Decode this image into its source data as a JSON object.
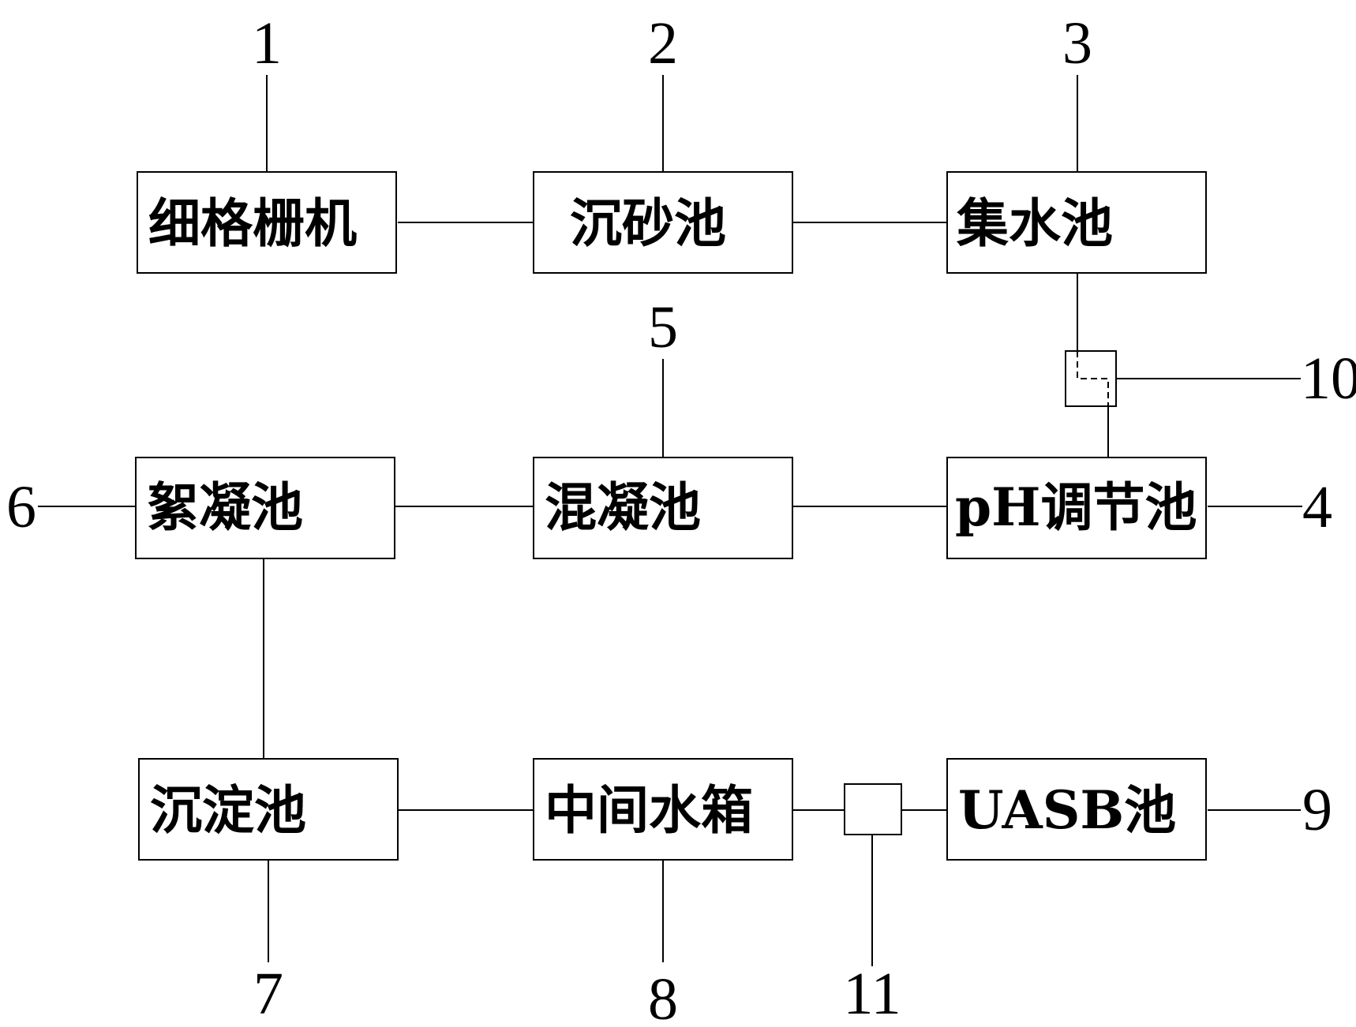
{
  "boxes": {
    "fine_screen": "细格栅机",
    "grit_chamber": "沉砂池",
    "collection_tank": "集水池",
    "ph_tank": "pH调节池",
    "coagulation_tank": "混凝池",
    "flocculation_tank": "絮凝池",
    "sedimentation_tank": "沉淀池",
    "intermediate_tank": "中间水箱",
    "uasb_tank": "UASB池"
  },
  "labels": {
    "n1": "1",
    "n2": "2",
    "n3": "3",
    "n4": "4",
    "n5": "5",
    "n6": "6",
    "n7": "7",
    "n8": "8",
    "n9": "9",
    "n10": "10",
    "n11": "11"
  }
}
